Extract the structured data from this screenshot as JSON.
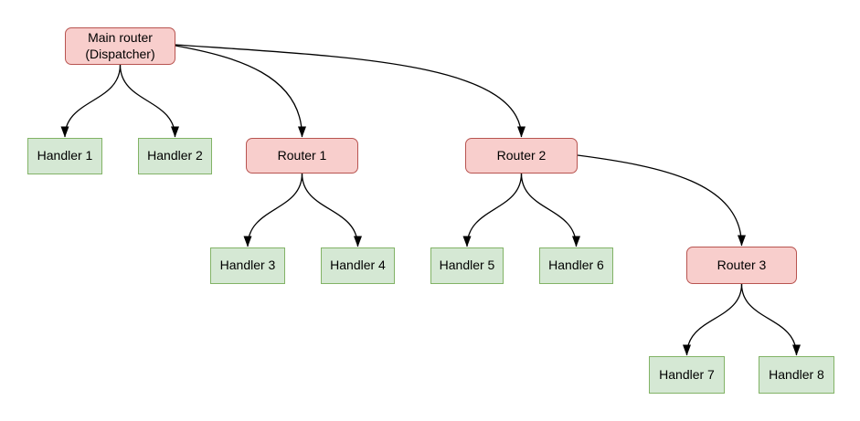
{
  "colors": {
    "background": "#ffffff",
    "router_fill": "#f8cecc",
    "router_border": "#b85450",
    "handler_fill": "#d5e8d4",
    "handler_border": "#82b366",
    "edge": "#000000"
  },
  "nodes": {
    "main": {
      "label": "Main router\n(Dispatcher)",
      "type": "router"
    },
    "router1": {
      "label": "Router 1",
      "type": "router"
    },
    "router2": {
      "label": "Router 2",
      "type": "router"
    },
    "router3": {
      "label": "Router 3",
      "type": "router"
    },
    "h1": {
      "label": "Handler 1",
      "type": "handler"
    },
    "h2": {
      "label": "Handler 2",
      "type": "handler"
    },
    "h3": {
      "label": "Handler 3",
      "type": "handler"
    },
    "h4": {
      "label": "Handler 4",
      "type": "handler"
    },
    "h5": {
      "label": "Handler 5",
      "type": "handler"
    },
    "h6": {
      "label": "Handler 6",
      "type": "handler"
    },
    "h7": {
      "label": "Handler 7",
      "type": "handler"
    },
    "h8": {
      "label": "Handler 8",
      "type": "handler"
    }
  },
  "edges": [
    {
      "from": "main",
      "to": "h1"
    },
    {
      "from": "main",
      "to": "h2"
    },
    {
      "from": "main",
      "to": "router1"
    },
    {
      "from": "main",
      "to": "router2"
    },
    {
      "from": "router1",
      "to": "h3"
    },
    {
      "from": "router1",
      "to": "h4"
    },
    {
      "from": "router2",
      "to": "h5"
    },
    {
      "from": "router2",
      "to": "h6"
    },
    {
      "from": "router2",
      "to": "router3"
    },
    {
      "from": "router3",
      "to": "h7"
    },
    {
      "from": "router3",
      "to": "h8"
    }
  ]
}
